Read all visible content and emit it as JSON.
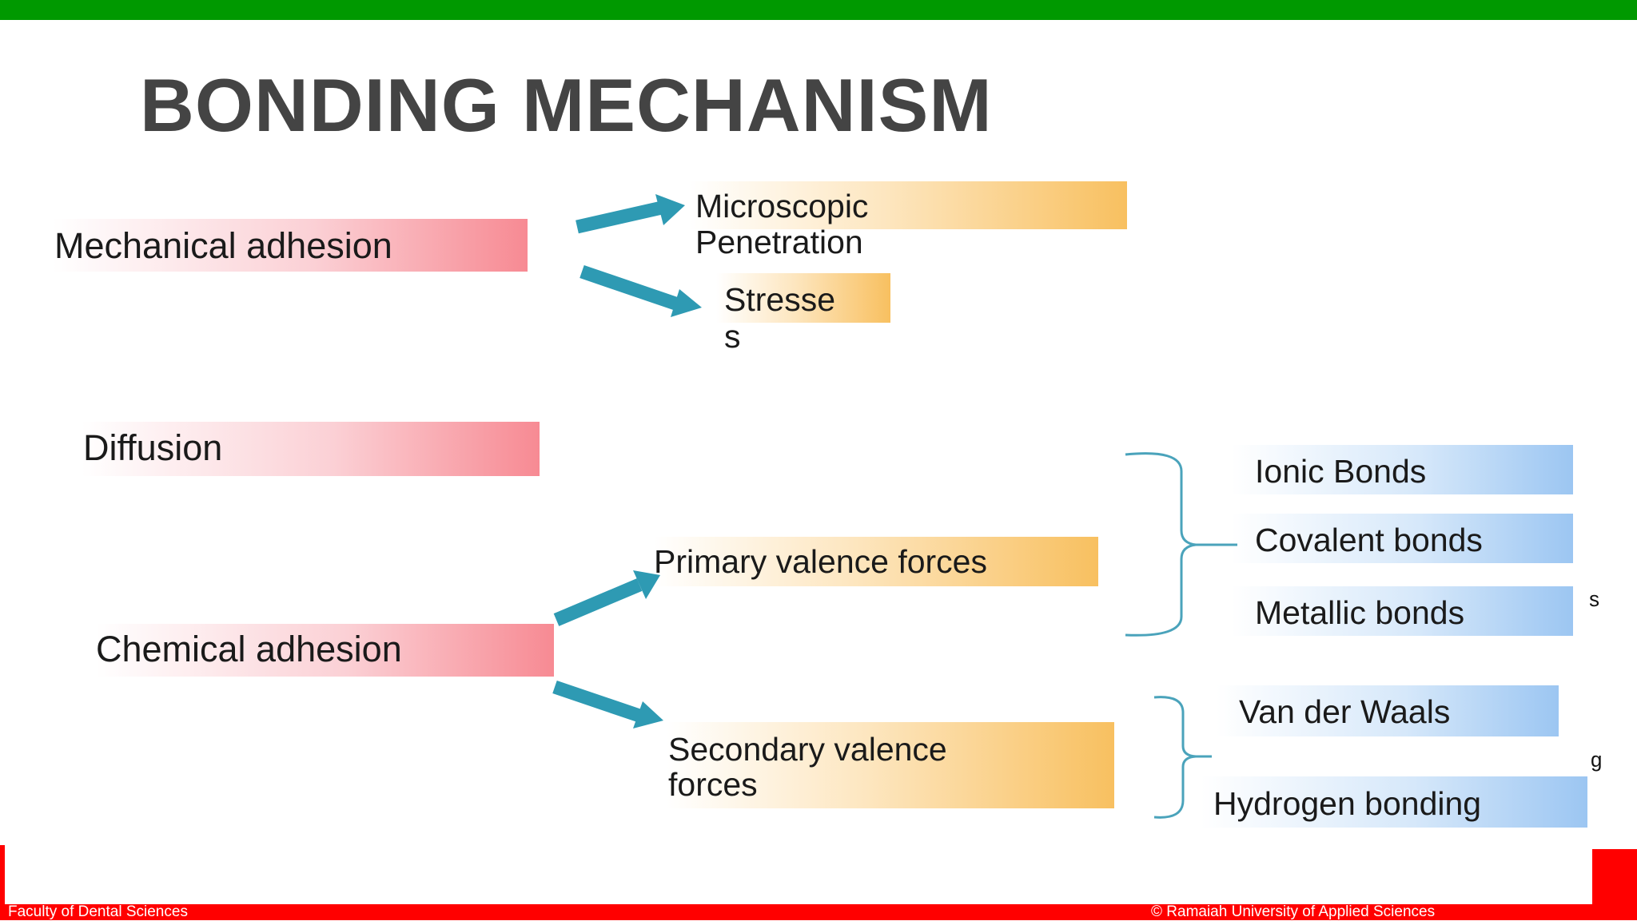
{
  "slide": {
    "title": "BONDING MECHANISM",
    "nodes": {
      "mechanical_adhesion": "Mechanical adhesion",
      "microscopic_penetration_line1": "Microscopic",
      "microscopic_penetration_line2": "Penetration",
      "stresses_line1": "Stresse",
      "stresses_line2": "s",
      "diffusion": "Diffusion",
      "chemical_adhesion": "Chemical adhesion",
      "primary_valence_forces": "Primary valence forces",
      "secondary_valence_forces_line1": "Secondary valence",
      "secondary_valence_forces_line2": "forces",
      "ionic_bonds": "Ionic Bonds",
      "covalent_bonds": "Covalent bonds",
      "metallic_bonds": "Metallic bonds",
      "van_der_waals": "Van der Waals",
      "hydrogen_bonding": "Hydrogen bonding"
    }
  },
  "footer": {
    "left_text": "Faculty of Dental Sciences",
    "right_text": "© Ramaiah University of Applied Sciences"
  },
  "colors": {
    "top_bar": "#009900",
    "footer": "#ff0000",
    "arrow": "#2e9ab3",
    "bracket": "#4aa3bb"
  }
}
